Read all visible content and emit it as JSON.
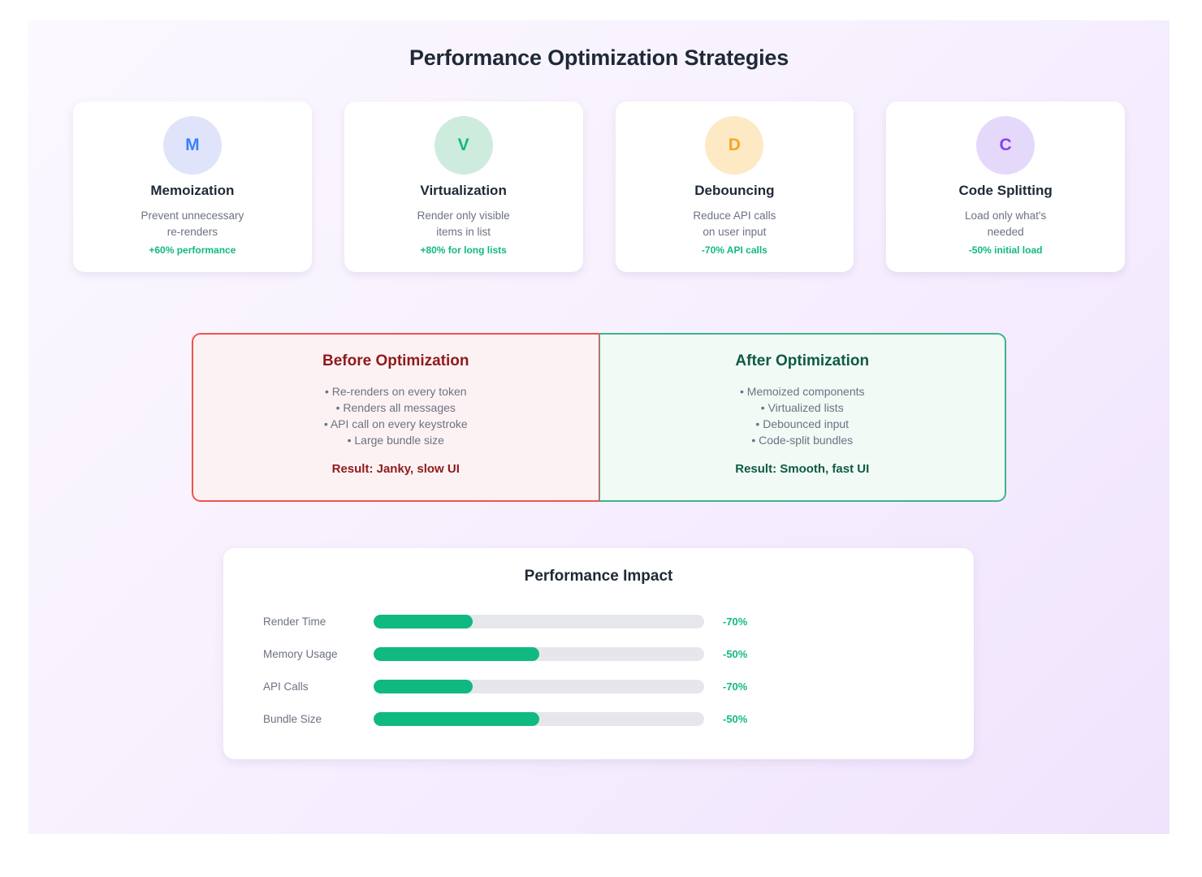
{
  "page": {
    "title": "Performance Optimization Strategies",
    "background_from": "#fbf8ff",
    "background_to": "#f0e3fd"
  },
  "strategies": [
    {
      "initial": "M",
      "badge_bg": "#dfe4fb",
      "badge_color": "#3b82f6",
      "title": "Memoization",
      "desc_line1": "Prevent unnecessary",
      "desc_line2": "re-renders",
      "metric": "+60% performance"
    },
    {
      "initial": "V",
      "badge_bg": "#cdecdd",
      "badge_color": "#10b981",
      "title": "Virtualization",
      "desc_line1": "Render only visible",
      "desc_line2": "items in list",
      "metric": "+80% for long lists"
    },
    {
      "initial": "D",
      "badge_bg": "#fde9c4",
      "badge_color": "#f5a623",
      "title": "Debouncing",
      "desc_line1": "Reduce API calls",
      "desc_line2": "on user input",
      "metric": "-70% API calls"
    },
    {
      "initial": "C",
      "badge_bg": "#e5d9fb",
      "badge_color": "#8b3ff0",
      "title": "Code Splitting",
      "desc_line1": "Load only what's",
      "desc_line2": "needed",
      "metric": "-50% initial load"
    }
  ],
  "comparison": {
    "before": {
      "heading": "Before Optimization",
      "accent": "#ef5350",
      "text_color": "#8e1b1b",
      "items": [
        "• Re-renders on every token",
        "• Renders all messages",
        "• API call on every keystroke",
        "• Large bundle size"
      ],
      "result": "Result: Janky, slow UI"
    },
    "after": {
      "heading": "After Optimization",
      "accent": "#3cb489",
      "text_color": "#0d5c42",
      "items": [
        "• Memoized components",
        "• Virtualized lists",
        "• Debounced input",
        "• Code-split bundles"
      ],
      "result": "Result:  Smooth, fast UI"
    }
  },
  "impact": {
    "title": "Performance Impact",
    "bar_color": "#10b981",
    "track_color": "#e5e7eb",
    "rows": [
      {
        "label": "Render Time",
        "value": "-70%",
        "fill_pct": "30%"
      },
      {
        "label": "Memory Usage",
        "value": "-50%",
        "fill_pct": "50%"
      },
      {
        "label": "API Calls",
        "value": "-70%",
        "fill_pct": "30%"
      },
      {
        "label": "Bundle Size",
        "value": "-50%",
        "fill_pct": "50%"
      }
    ]
  },
  "chart_data": {
    "type": "bar",
    "title": "Performance Impact",
    "orientation": "horizontal",
    "categories": [
      "Render Time",
      "Memory Usage",
      "API Calls",
      "Bundle Size"
    ],
    "values": [
      -70,
      -50,
      -70,
      -50
    ],
    "bar_fill_percent": [
      30,
      50,
      30,
      50
    ],
    "data_labels": [
      "-70%",
      "-50%",
      "-70%",
      "-50%"
    ],
    "xlabel": "",
    "ylabel": "",
    "xlim": [
      0,
      100
    ],
    "grid": false,
    "legend": "none"
  }
}
